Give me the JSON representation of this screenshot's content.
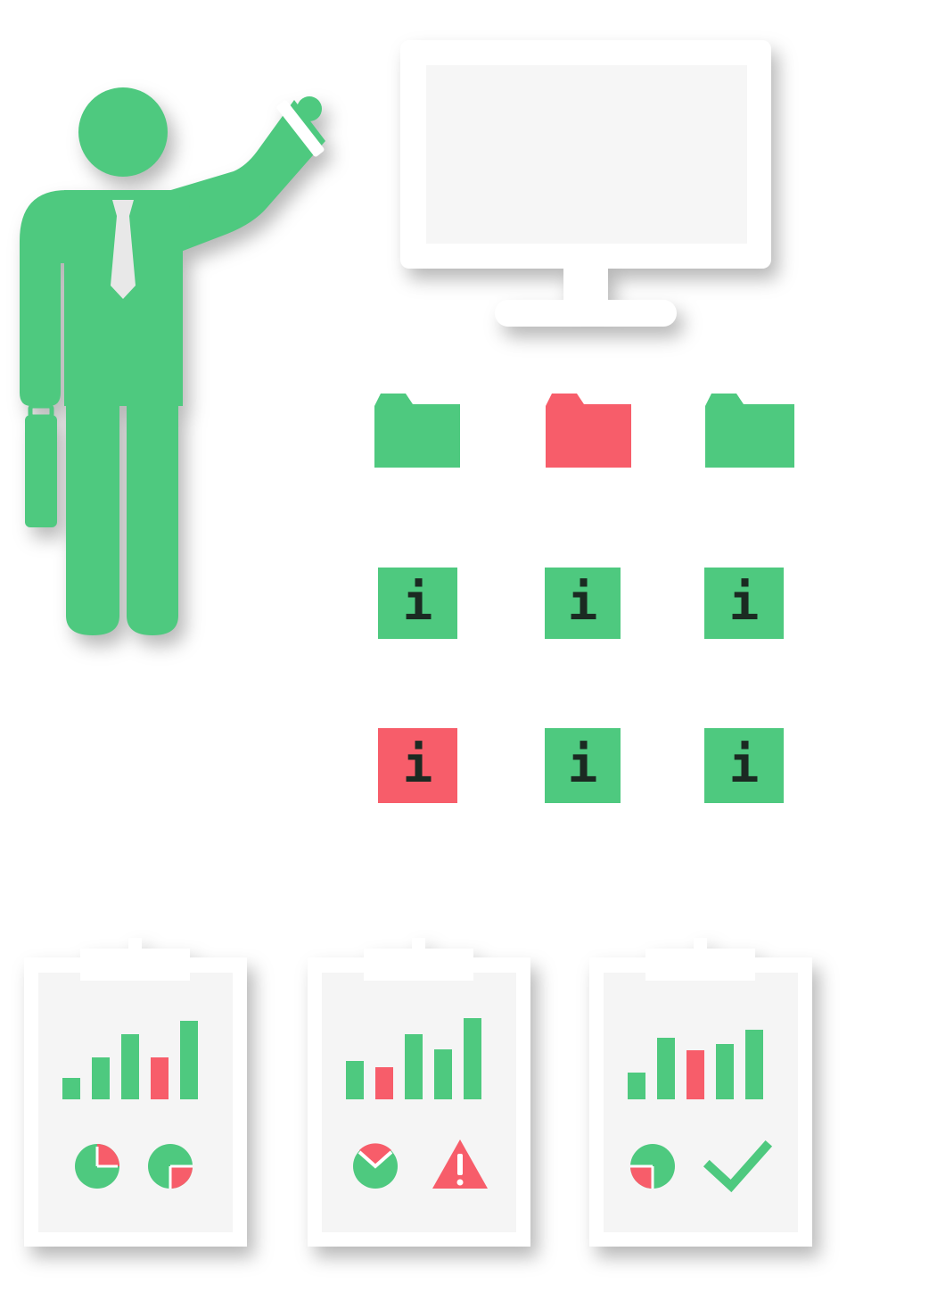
{
  "colors": {
    "green": "#4ec97f",
    "red": "#f75d6a",
    "white": "#ffffff",
    "ink": "#1b2a22"
  },
  "presenter": {
    "icon": "businessman-pointing-icon",
    "accessory": "briefcase-icon"
  },
  "monitor": {
    "icon": "monitor-icon",
    "stand": "monitor-stand-icon"
  },
  "folders": [
    {
      "icon": "folder-icon",
      "color": "green"
    },
    {
      "icon": "folder-icon",
      "color": "red"
    },
    {
      "icon": "folder-icon",
      "color": "green"
    }
  ],
  "info_tiles": [
    {
      "glyph": "i",
      "color": "green"
    },
    {
      "glyph": "i",
      "color": "green"
    },
    {
      "glyph": "i",
      "color": "green"
    },
    {
      "glyph": "i",
      "color": "red"
    },
    {
      "glyph": "i",
      "color": "green"
    },
    {
      "glyph": "i",
      "color": "green"
    }
  ],
  "clipboards": [
    {
      "bars": [
        {
          "level": 0.27,
          "color": "green"
        },
        {
          "level": 0.53,
          "color": "green"
        },
        {
          "level": 0.83,
          "color": "green"
        },
        {
          "level": 0.53,
          "color": "red"
        },
        {
          "level": 1.0,
          "color": "green"
        }
      ],
      "icons": [
        "pie-chart-icon",
        "pie-chart-icon"
      ]
    },
    {
      "bars": [
        {
          "level": 0.47,
          "color": "green"
        },
        {
          "level": 0.4,
          "color": "red"
        },
        {
          "level": 0.8,
          "color": "green"
        },
        {
          "level": 0.62,
          "color": "green"
        },
        {
          "level": 1.0,
          "color": "green"
        }
      ],
      "icons": [
        "pie-check-icon",
        "warning-icon"
      ]
    },
    {
      "bars": [
        {
          "level": 0.38,
          "color": "green"
        },
        {
          "level": 0.88,
          "color": "green"
        },
        {
          "level": 0.71,
          "color": "red"
        },
        {
          "level": 0.79,
          "color": "green"
        },
        {
          "level": 1.0,
          "color": "green"
        }
      ],
      "icons": [
        "pie-chart-icon",
        "checkmark-icon"
      ]
    }
  ]
}
